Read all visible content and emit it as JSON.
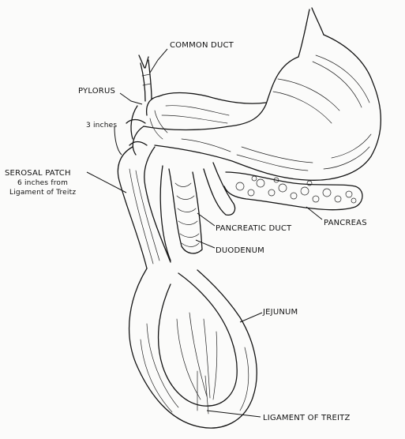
{
  "labels": {
    "common_duct": "COMMON DUCT",
    "pylorus": "PYLORUS",
    "three_inches": "3 inches",
    "serosal_patch": "SEROSAL PATCH",
    "serosal_note_1": "6 inches from",
    "serosal_note_2": "Ligament of Treitz",
    "pancreatic_duct": "PANCREATIC DUCT",
    "duodenum": "DUODENUM",
    "pancreas": "PANCREAS",
    "jejunum": "JEJUNUM",
    "ligament_of_treitz": "LIGAMENT OF TREITZ"
  },
  "ink_color": "#141414",
  "paper_color": "#fbfbfa"
}
